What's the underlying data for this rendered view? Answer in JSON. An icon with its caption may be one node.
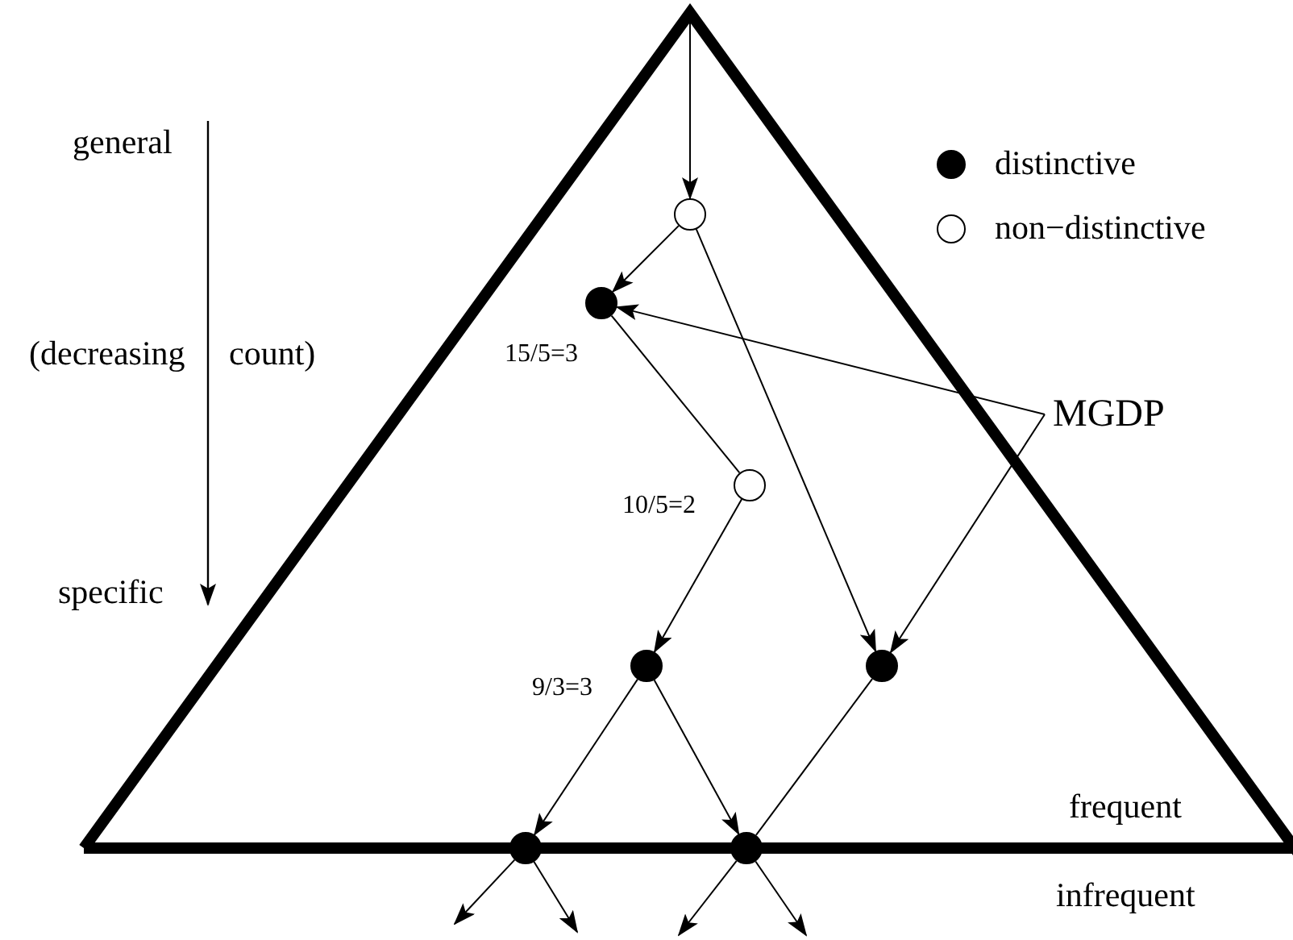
{
  "diagram": {
    "nodes": [
      {
        "text": [],
        "shape": "circle"
      },
      {
        "text": [],
        "shape": "circle",
        "beside": [
          "15/5=3"
        ]
      },
      {
        "text": [],
        "shape": "circle",
        "beside": [
          "10/5=2"
        ]
      },
      {
        "text": [],
        "shape": "circle",
        "beside": [
          "9/3=3"
        ]
      },
      {
        "text": [],
        "shape": "circle"
      },
      {
        "text": [],
        "shape": "circle"
      },
      {
        "text": [],
        "shape": "circle"
      },
      {
        "text": [
          "MGDP"
        ]
      }
    ],
    "edges": [
      {
        "from": null,
        "to": 0,
        "arrow": "to"
      },
      {
        "from": 0,
        "to": 1,
        "arrow": "to"
      },
      {
        "from": 0,
        "to": 4,
        "arrow": "to"
      },
      {
        "from": 1,
        "to": 2,
        "arrow": "none"
      },
      {
        "from": 7,
        "to": 1,
        "arrow": "to"
      },
      {
        "from": 2,
        "to": 3,
        "arrow": "to"
      },
      {
        "from": 7,
        "to": 4,
        "arrow": "to"
      },
      {
        "from": 3,
        "to": 5,
        "arrow": "to"
      },
      {
        "from": 3,
        "to": 6,
        "arrow": "to"
      },
      {
        "from": 4,
        "to": 6,
        "arrow": "none"
      },
      {
        "from": 5,
        "to": null,
        "arrow": "to"
      },
      {
        "from": 5,
        "to": null,
        "arrow": "to"
      },
      {
        "from": 6,
        "to": null,
        "arrow": "to"
      },
      {
        "from": 6,
        "to": null,
        "arrow": "to"
      }
    ],
    "labels": [
      "general",
      "(decreasing count)",
      "specific",
      "frequent",
      "infrequent"
    ],
    "legend": [
      {
        "text": "distinctive"
      },
      {
        "text": "non−distinctive"
      }
    ]
  }
}
